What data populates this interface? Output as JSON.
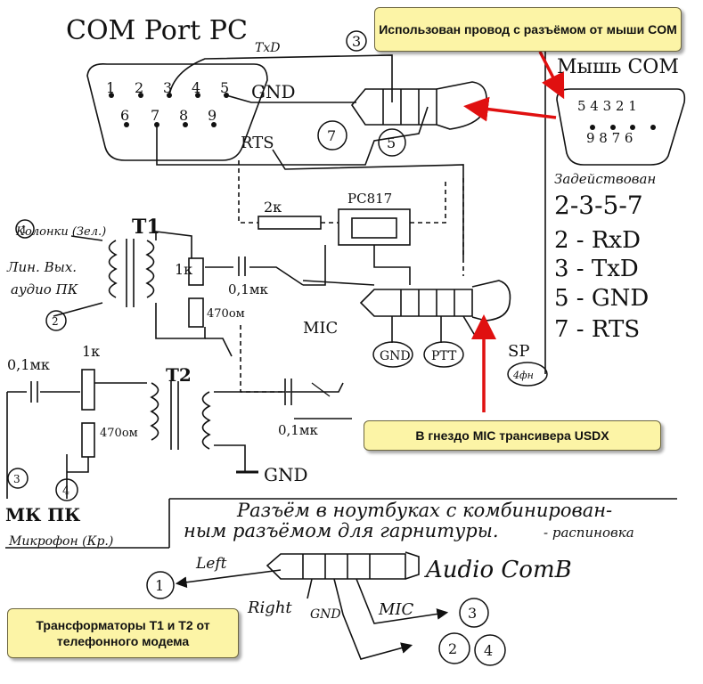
{
  "header": {
    "title": "COM Port PC",
    "txd": "TxD"
  },
  "callouts": {
    "top": "Использован провод с разъёмом от мыши COM",
    "middle": "В гнездо MIC трансивера USDX",
    "bottom": "Трансформаторы T1 и T2 от телефонного модема"
  },
  "db9_pc": {
    "pins_top": [
      "1",
      "2",
      "3",
      "4",
      "5"
    ],
    "pins_bottom": [
      "6",
      "7",
      "8",
      "9"
    ],
    "gnd_label": "GND",
    "rts_label": "RTS"
  },
  "mouse_com": {
    "title": "Мышь COM",
    "pins_top": "5 4 3 2 1",
    "pins_bottom": "9 8 7 6",
    "used_label": "Задействован",
    "used_pins": "2-3-5-7",
    "pin_map": [
      "2 - RxD",
      "3 - TxD",
      "5 - GND",
      "7 - RTS"
    ]
  },
  "circles": {
    "c3": "3",
    "c5": "5",
    "c7": "7",
    "c1_left": "1",
    "c2_left": "2",
    "c3_left": "3",
    "c4_left": "4",
    "c1_bottom": "1",
    "c3_bottom": "3",
    "c2_bottom": "2",
    "c4_bottom": "4"
  },
  "schematic": {
    "r_2k": "2к",
    "pc817": "PC817",
    "t1": "T1",
    "t2": "T2",
    "r_1k_t1": "1к",
    "cap_01_t1": "0,1мк",
    "r_470_t1": "470ом",
    "mic": "MIC",
    "gnd_tag": "GND",
    "ptt_tag": "PTT",
    "sp": "SP",
    "sp_sub": "4фн",
    "cap_01_t2_in": "0,1мк",
    "r_1k_t2": "1к",
    "r_470_t2": "470ом",
    "cap_01_t2_out": "0,1мк",
    "gnd_bottom": "GND"
  },
  "left_labels": {
    "speaker_line": "Колонки (Зел.)",
    "line_out": "Лин. Вых.",
    "audio_pc": "аудио ПК",
    "mic_pc": "МК ПК",
    "mic_color": "Микрофон (Кр.)"
  },
  "bottom_note": {
    "line1": "Разъём в ноутбуках с комбинирован-",
    "line2": "ным разъёмом для гарнитуры.",
    "line2_tail": "- распиновка",
    "audio_comb": "Audio ComB",
    "left": "Left",
    "right": "Right",
    "gnd": "GND",
    "mic": "MIC"
  },
  "colors": {
    "callout_bg": "#fcf4a6",
    "arrow": "#e01010",
    "ink": "#111111"
  }
}
